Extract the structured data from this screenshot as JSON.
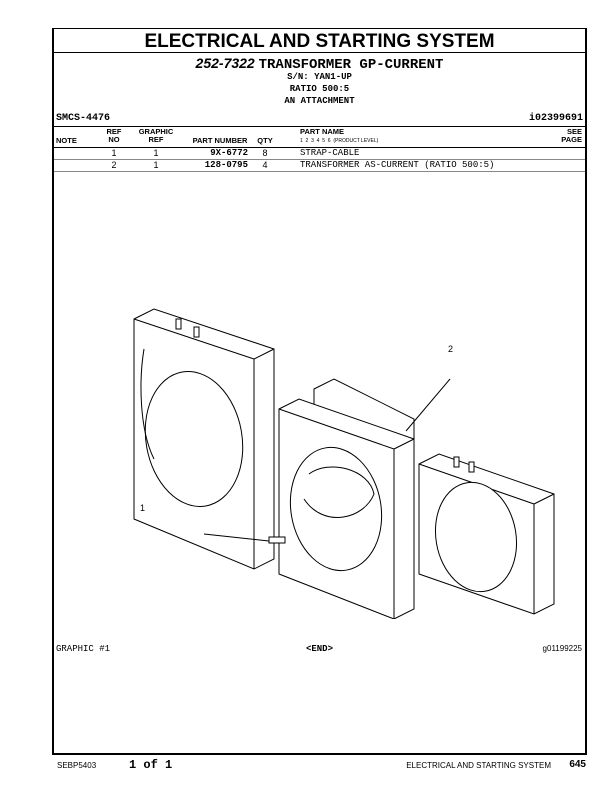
{
  "header": {
    "section_title": "ELECTRICAL AND STARTING SYSTEM",
    "part_no": "252-7322",
    "part_desc": "TRANSFORMER GP-CURRENT",
    "serial": "S/N: YAN1-UP",
    "ratio": "RATIO 500:5",
    "attachment": "AN ATTACHMENT",
    "smcs": "SMCS-4476",
    "illustration_id": "i02399691"
  },
  "table": {
    "headers": {
      "note": "NOTE",
      "ref_no_1": "REF",
      "ref_no_2": "NO",
      "graphic_ref_1": "GRAPHIC",
      "graphic_ref_2": "REF",
      "part_number": "PART NUMBER",
      "qty": "QTY",
      "part_name": "PART NAME",
      "levels": "1  2  3  4  5  6",
      "product_level": "(PRODUCT LEVEL)",
      "see_page_1": "SEE",
      "see_page_2": "PAGE"
    },
    "rows": [
      {
        "ref": "1",
        "graphic": "1",
        "part_number": "9X-6772",
        "qty": "8",
        "name": "STRAP-CABLE"
      },
      {
        "ref": "2",
        "graphic": "1",
        "part_number": "128-0795",
        "qty": "4",
        "name": "TRANSFORMER AS-CURRENT (RATIO 500:5)"
      }
    ]
  },
  "illustration": {
    "callouts": [
      "1",
      "2"
    ],
    "graphic_label": "GRAPHIC #1",
    "end_label": "<END>",
    "graphic_id": "g01199225"
  },
  "footer": {
    "doc": "SEBP5403",
    "page_of": "1 of 1",
    "section": "ELECTRICAL AND STARTING SYSTEM",
    "page": "645"
  }
}
